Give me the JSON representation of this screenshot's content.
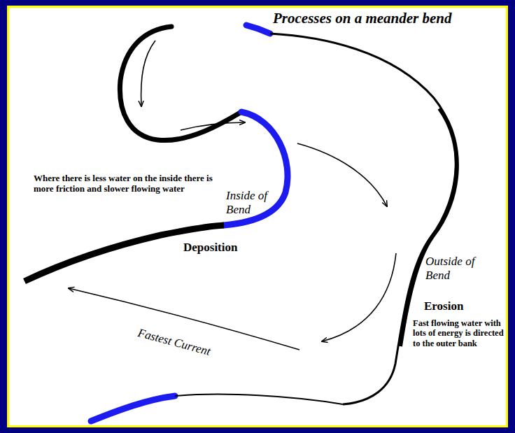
{
  "diagram": {
    "title": "Processes on a meander bend",
    "labels": [
      "Where there is less water on the inside there is more friction and slower flowing water",
      "Inside of Bend",
      "Deposition",
      "Outside of Bend",
      "Erosion",
      "Fast flowing water with lots of energy is directed to the outer bank",
      "Fastest Current"
    ]
  }
}
